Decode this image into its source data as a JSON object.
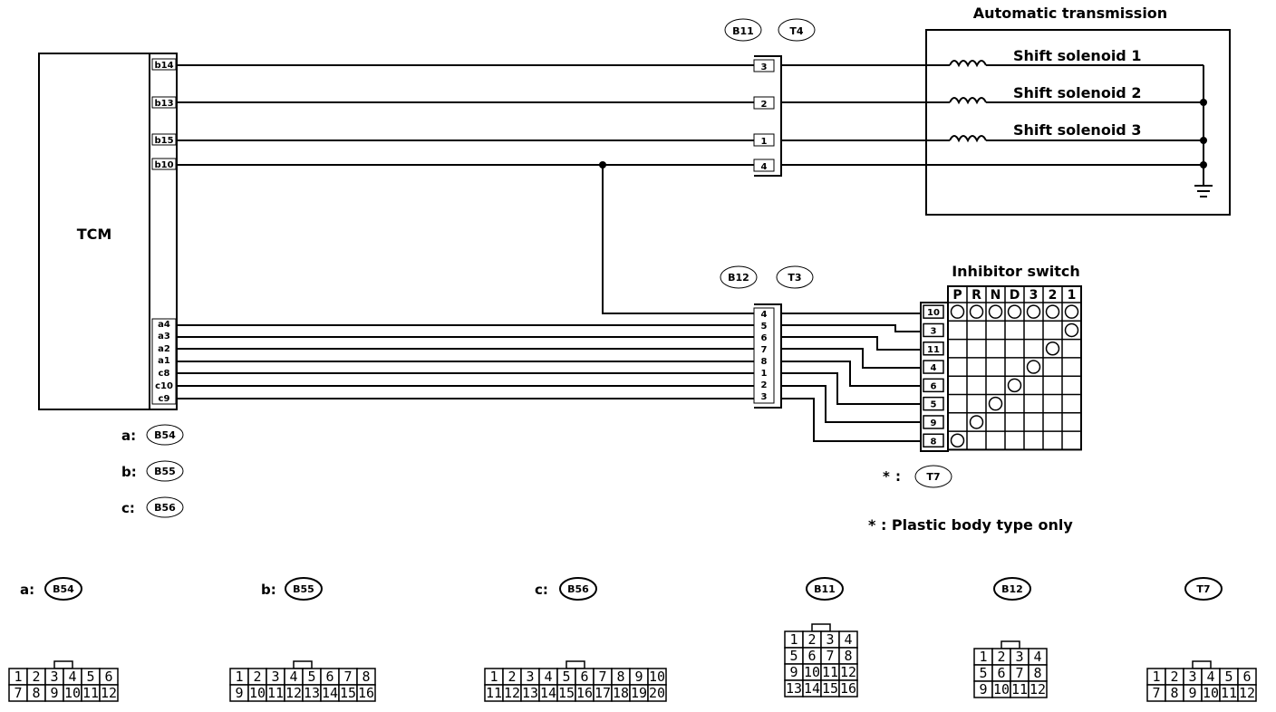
{
  "tcm": {
    "label": "TCM",
    "top_pins": [
      "b14",
      "b13",
      "b15",
      "b10"
    ],
    "bottom_pins": [
      "a4",
      "a3",
      "a2",
      "a1",
      "c8",
      "c10",
      "c9"
    ]
  },
  "connector_legend": [
    {
      "letter": "a:",
      "code": "B54"
    },
    {
      "letter": "b:",
      "code": "B55"
    },
    {
      "letter": "c:",
      "code": "B56"
    }
  ],
  "upper_connector": {
    "codes": [
      "B11",
      "T4"
    ],
    "pins": [
      "3",
      "2",
      "1",
      "4"
    ]
  },
  "lower_connector": {
    "codes": [
      "B12",
      "T3"
    ],
    "pins": [
      "4",
      "5",
      "6",
      "7",
      "8",
      "1",
      "2",
      "3"
    ]
  },
  "transmission": {
    "title": "Automatic transmission",
    "solenoids": [
      "Shift solenoid 1",
      "Shift solenoid 2",
      "Shift solenoid 3"
    ]
  },
  "inhibitor": {
    "title": "Inhibitor switch",
    "positions": [
      "P",
      "R",
      "N",
      "D",
      "3",
      "2",
      "1"
    ],
    "pins": [
      "10",
      "3",
      "11",
      "4",
      "6",
      "5",
      "9",
      "8"
    ]
  },
  "note": {
    "star": "*",
    "colon": ":",
    "code": "T7",
    "text": "* : Plastic body type only"
  },
  "connector_views": [
    {
      "prefix": "a:",
      "code": "B54",
      "rows": [
        [
          "1",
          "2",
          "3",
          "4",
          "5",
          "6"
        ],
        [
          "7",
          "8",
          "9",
          "10",
          "11",
          "12"
        ]
      ]
    },
    {
      "prefix": "b:",
      "code": "B55",
      "rows": [
        [
          "1",
          "2",
          "3",
          "4",
          "5",
          "6",
          "7",
          "8"
        ],
        [
          "9",
          "10",
          "11",
          "12",
          "13",
          "14",
          "15",
          "16"
        ]
      ]
    },
    {
      "prefix": "c:",
      "code": "B56",
      "rows": [
        [
          "1",
          "2",
          "3",
          "4",
          "5",
          "6",
          "7",
          "8",
          "9",
          "10"
        ],
        [
          "11",
          "12",
          "13",
          "14",
          "15",
          "16",
          "17",
          "18",
          "19",
          "20"
        ]
      ]
    },
    {
      "prefix": "",
      "code": "B11",
      "rows": [
        [
          "1",
          "2",
          "3",
          "4"
        ],
        [
          "5",
          "6",
          "7",
          "8"
        ],
        [
          "9",
          "10",
          "11",
          "12"
        ],
        [
          "13",
          "14",
          "15",
          "16"
        ]
      ]
    },
    {
      "prefix": "",
      "code": "B12",
      "rows": [
        [
          "1",
          "2",
          "3",
          "4"
        ],
        [
          "5",
          "6",
          "7",
          "8"
        ],
        [
          "9",
          "10",
          "11",
          "12"
        ]
      ]
    },
    {
      "prefix": "",
      "code": "T7",
      "rows": [
        [
          "1",
          "2",
          "3",
          "4",
          "5",
          "6"
        ],
        [
          "7",
          "8",
          "9",
          "10",
          "11",
          "12"
        ]
      ]
    }
  ]
}
